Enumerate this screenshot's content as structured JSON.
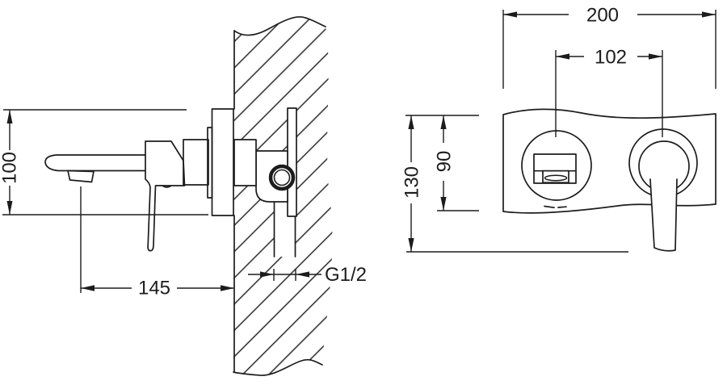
{
  "canvas": {
    "background": "#ffffff",
    "line_color": "#1c1c1c"
  },
  "drawing": {
    "type": "technical-drawing",
    "subject": "wall-mounted-single-lever-mixer",
    "side_view": {
      "dims": {
        "plate_height": "100",
        "spout_reach": "145",
        "thread_size": "G1/2"
      }
    },
    "front_view": {
      "dims": {
        "plate_width": "200",
        "center_spacing": "102",
        "overall_height": "130",
        "plate_height": "90"
      }
    }
  }
}
